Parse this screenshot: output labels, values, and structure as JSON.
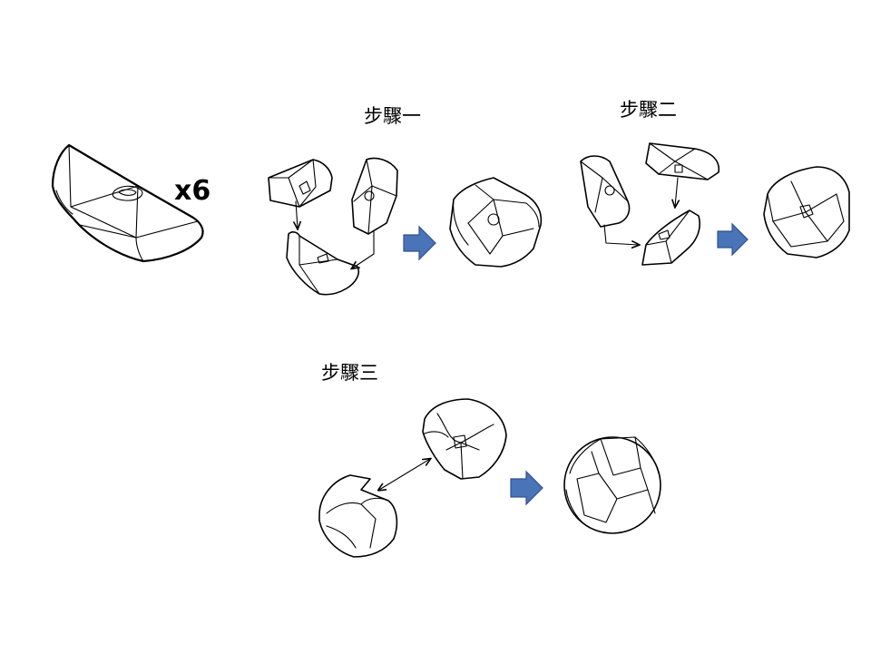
{
  "piece_count": "x6",
  "steps": [
    {
      "label": "步驟一"
    },
    {
      "label": "步驟二"
    },
    {
      "label": "步驟三"
    }
  ],
  "colors": {
    "line": "#000000",
    "arrow_fill": "#4a74b8",
    "arrow_stroke": "#2f528f",
    "background": "#ffffff"
  }
}
